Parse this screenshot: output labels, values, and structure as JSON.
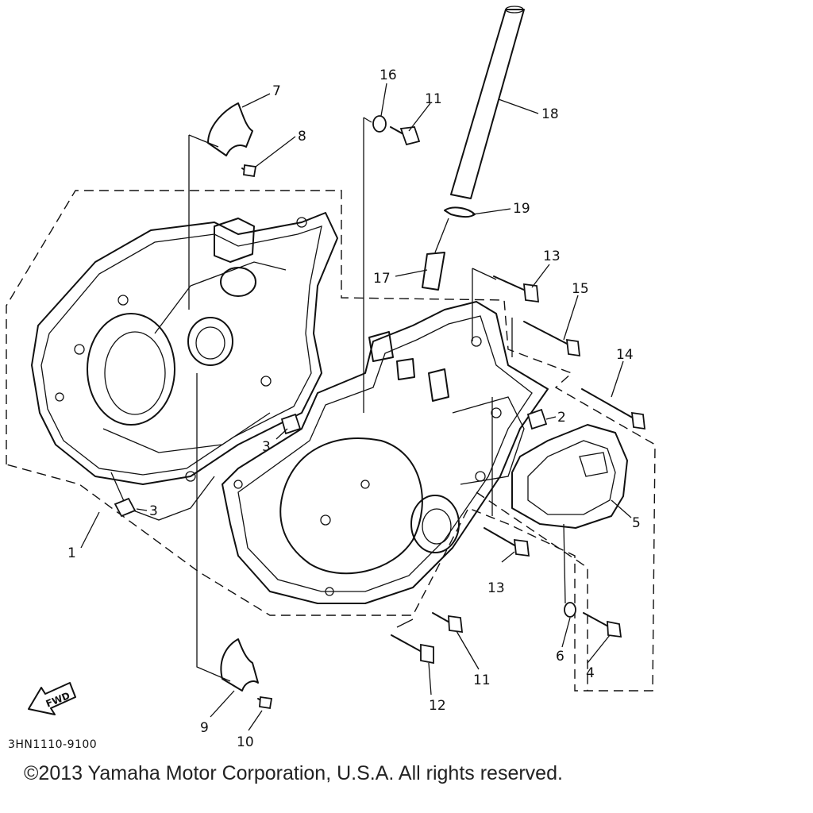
{
  "diagram": {
    "part_labels": [
      {
        "id": "p1",
        "text": "1"
      },
      {
        "id": "p2",
        "text": "2"
      },
      {
        "id": "p3a",
        "text": "3"
      },
      {
        "id": "p3b",
        "text": "3"
      },
      {
        "id": "p4",
        "text": "4"
      },
      {
        "id": "p5",
        "text": "5"
      },
      {
        "id": "p6",
        "text": "6"
      },
      {
        "id": "p7",
        "text": "7"
      },
      {
        "id": "p8",
        "text": "8"
      },
      {
        "id": "p9",
        "text": "9"
      },
      {
        "id": "p10",
        "text": "10"
      },
      {
        "id": "p11a",
        "text": "11"
      },
      {
        "id": "p11b",
        "text": "11"
      },
      {
        "id": "p12",
        "text": "12"
      },
      {
        "id": "p13a",
        "text": "13"
      },
      {
        "id": "p13b",
        "text": "13"
      },
      {
        "id": "p14",
        "text": "14"
      },
      {
        "id": "p15",
        "text": "15"
      },
      {
        "id": "p16",
        "text": "16"
      },
      {
        "id": "p17",
        "text": "17"
      },
      {
        "id": "p18",
        "text": "18"
      },
      {
        "id": "p19",
        "text": "19"
      }
    ],
    "fwd_label": "FWD",
    "diagram_code": "3HN1110-9100",
    "copyright": "©2013 Yamaha Motor Corporation, U.S.A. All rights reserved."
  }
}
